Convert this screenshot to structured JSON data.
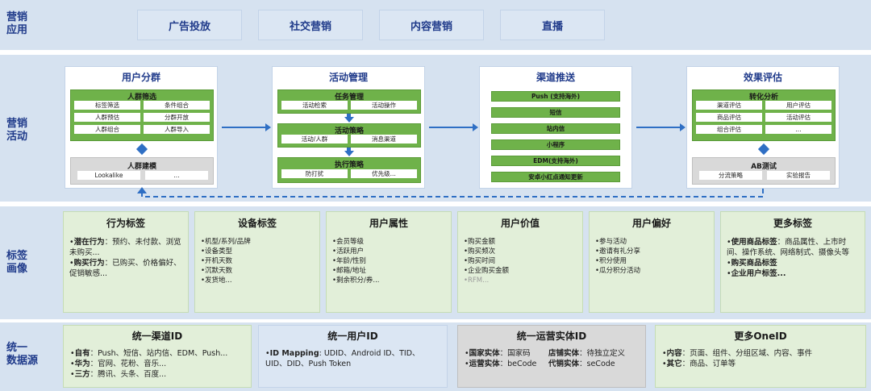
{
  "rows": {
    "app_label_1": "营销",
    "app_label_2": "应用",
    "act_label_1": "营销",
    "act_label_2": "活动",
    "tag_label_1": "标签",
    "tag_label_2": "画像",
    "ds_label_1": "统一",
    "ds_label_2": "数据源"
  },
  "apps": [
    "广告投放",
    "社交营销",
    "内容营销",
    "直播"
  ],
  "activity": {
    "user_group": {
      "title": "用户分群",
      "screen_title": "人群筛选",
      "cells": [
        "标签筛选",
        "条件组合",
        "人群预估",
        "分群开放",
        "人群组合",
        "人群导入"
      ],
      "model_title": "人群建模",
      "model_cells": [
        "Lookalike",
        "..."
      ]
    },
    "campaign": {
      "title": "活动管理",
      "task_title": "任务管理",
      "task_cells": [
        "活动检索",
        "活动操作"
      ],
      "strategy_title": "活动策略",
      "strategy_cells": [
        "活动/人群",
        "消息渠道"
      ],
      "exec_title": "执行策略",
      "exec_cells": [
        "防打扰",
        "优先级..."
      ]
    },
    "channel": {
      "title": "渠道推送",
      "items": [
        "Push (支持海外)",
        "短信",
        "站内信",
        "小程序",
        "EDM(支持海外)",
        "安卓小红点通知更新"
      ]
    },
    "evaluation": {
      "title": "效果评估",
      "conv_title": "转化分析",
      "conv_cells": [
        "渠道评估",
        "用户评估",
        "商品评估",
        "活动评估",
        "组合评估",
        "..."
      ],
      "ab_title": "AB测试",
      "ab_cells": [
        "分流策略",
        "实验报告"
      ]
    }
  },
  "tags": [
    {
      "title": "行为标签",
      "l1_bold": "潜在行为",
      "l1_text": "：预约、未付款、浏览未购买...",
      "l2_bold": "购买行为",
      "l2_text": "：已购买、价格偏好、促销敏感..."
    },
    {
      "title": "设备标签",
      "items": [
        "机型/系列/品牌",
        "设备类型",
        "开机天数",
        "沉默天数",
        "发货地..."
      ]
    },
    {
      "title": "用户属性",
      "items": [
        "会员等级",
        "活跃用户",
        "年龄/性别",
        "邮箱/地址",
        "剩余积分/券..."
      ]
    },
    {
      "title": "用户价值",
      "items": [
        "购买金额",
        "购买频次",
        "购买时间",
        "企业购买金额"
      ],
      "dim": "RFM..."
    },
    {
      "title": "用户偏好",
      "items": [
        "参与活动",
        "邀请有礼分享",
        "积分使用",
        "瓜分积分活动"
      ]
    },
    {
      "title": "更多标签",
      "l1_bold": "使用商品标签",
      "l1_text": "：商品属性、上市时间、操作系统、网络制式、摄像头等",
      "l2_bold": "购买商品标签",
      "l3_bold": "企业用户标签..."
    }
  ],
  "datasources": [
    {
      "title": "统一渠道ID",
      "lines": [
        {
          "bold": "自有",
          "text": "：Push、短信、站内信、EDM、Push..."
        },
        {
          "bold": "华为",
          "text": "：官网、花粉、音乐..."
        },
        {
          "bold": "三方",
          "text": "：腾讯、头条、百度..."
        }
      ]
    },
    {
      "title": "统一用户ID",
      "lines": [
        {
          "bold": "ID Mapping",
          "text": ": UDID、Android ID、TID、UID、DID、Push Token"
        }
      ]
    },
    {
      "title": "统一运营实体ID",
      "cells": [
        {
          "bold": "国家实体",
          "text": "：国家码"
        },
        {
          "bold": "店铺实体",
          "text": "：待独立定义"
        },
        {
          "bold": "运营实体",
          "text": "：beCode"
        },
        {
          "bold": "代销实体",
          "text": "：seCode"
        }
      ]
    },
    {
      "title": "更多OneID",
      "lines": [
        {
          "bold": "内容",
          "text": "：页面、组件、分组区域、内容、事件"
        },
        {
          "bold": "其它",
          "text": "：商品、订单等"
        }
      ]
    }
  ],
  "colors": {
    "accent_blue": "#1f3a8a",
    "green": "#6fb24a",
    "light_green": "#e2efd9",
    "row_bg": "#d6e2f0"
  }
}
